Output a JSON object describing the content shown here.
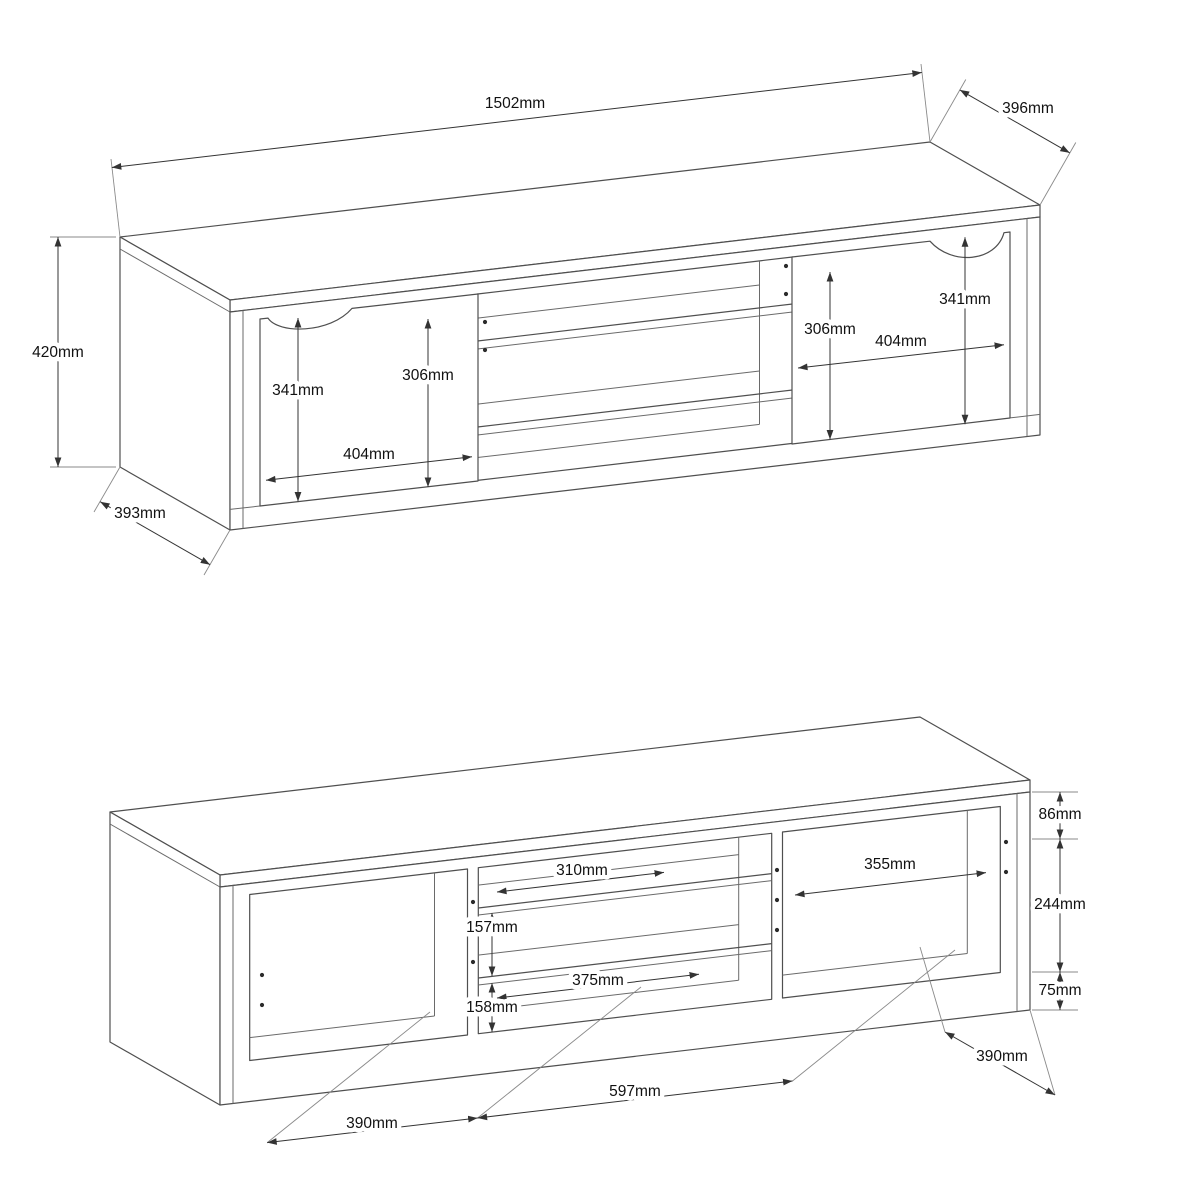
{
  "page": {
    "background": "#ffffff",
    "line_color": "#4f4f4f",
    "dim_color": "#333333"
  },
  "assembled_view": {
    "width": "1502mm",
    "top_depth": "396mm",
    "height": "420mm",
    "side_depth": "393mm",
    "left_door": {
      "height": "341mm",
      "opening_height": "306mm",
      "width": "404mm"
    },
    "right_door": {
      "opening_height": "306mm",
      "height": "341mm",
      "width": "404mm"
    }
  },
  "open_view": {
    "top_offset": "86mm",
    "shelf_spacing": "244mm",
    "plinth_height": "75mm",
    "depth": "390mm",
    "right_opening_width": "355mm",
    "upper_shelf_width": "310mm",
    "upper_gap": "157mm",
    "lower_shelf_width": "375mm",
    "lower_gap": "158mm",
    "right_section_width": "597mm",
    "left_section_width": "390mm"
  }
}
